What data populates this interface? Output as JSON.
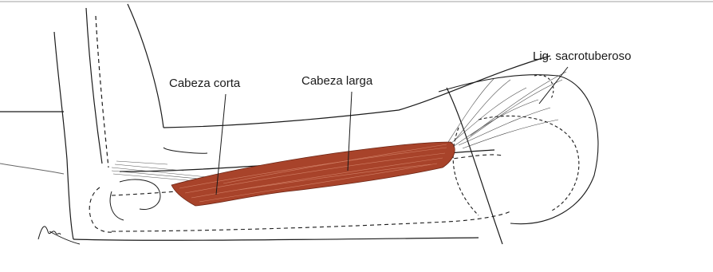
{
  "labels": {
    "cabeza_corta": "Cabeza corta",
    "cabeza_larga": "Cabeza larga",
    "lig_sacrotuberoso": "Lig. sacrotuberoso"
  },
  "colors": {
    "muscle": "#a8432a",
    "muscle_light": "#c9694f",
    "line": "#1a1a1a",
    "background": "#ffffff"
  }
}
